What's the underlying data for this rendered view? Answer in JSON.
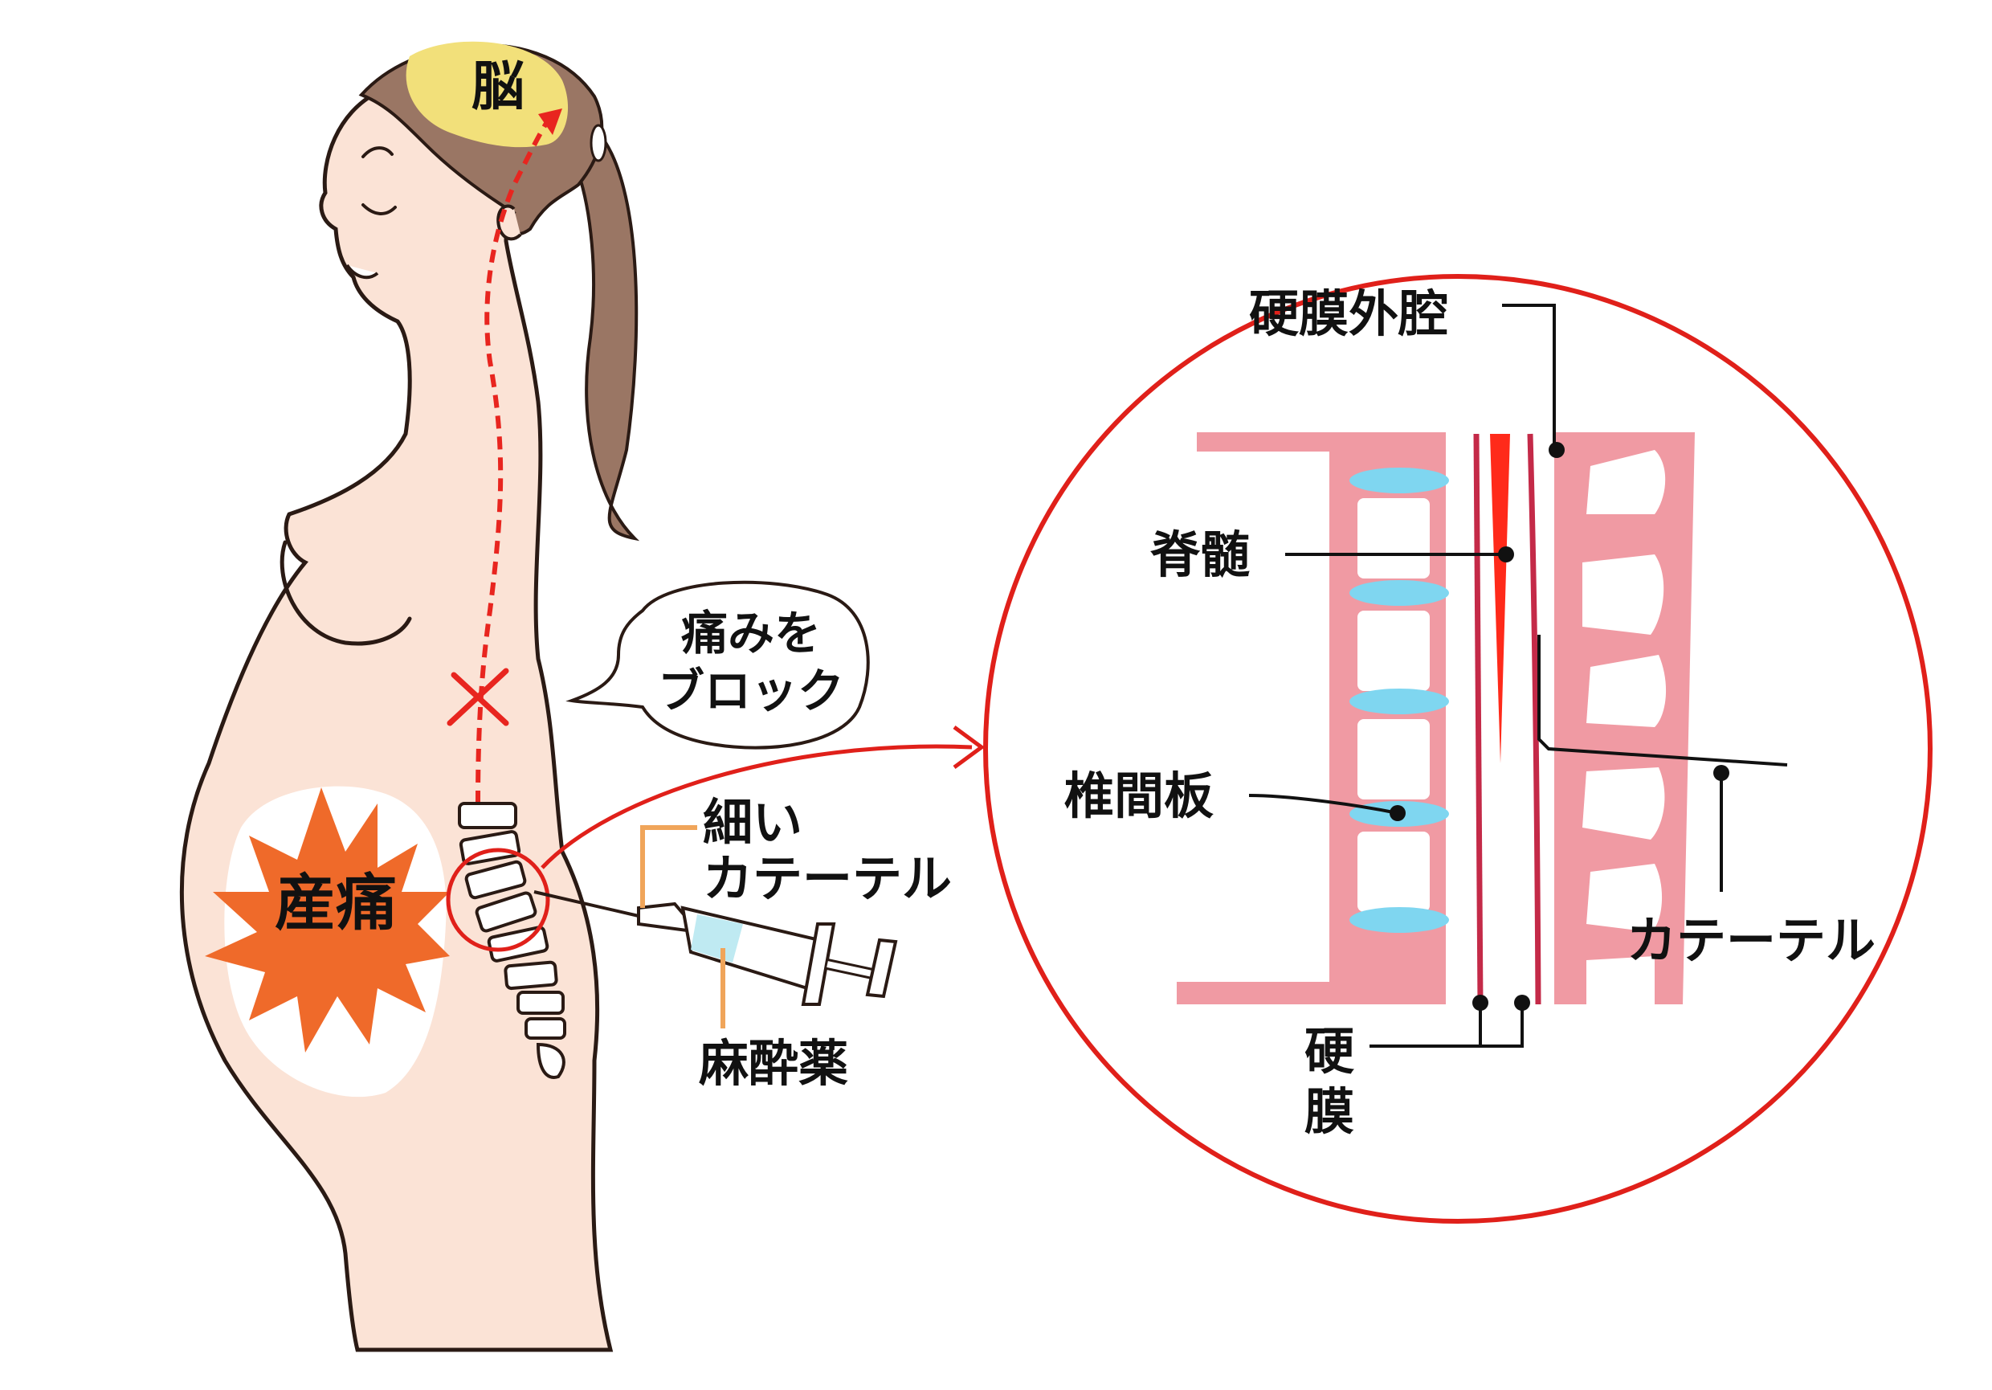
{
  "labels": {
    "brain": "脳",
    "labor_pain": "産痛",
    "speech": [
      "痛みを",
      "ブロック"
    ],
    "thin_catheter": [
      "細い",
      "カテーテル"
    ],
    "anesthetic": "麻酔薬",
    "epidural_space": "硬膜外腔",
    "spinal_cord": "脊髄",
    "intervertebral_disc": "椎間板",
    "catheter": "カテーテル",
    "dura_mater": [
      "硬",
      "膜"
    ]
  },
  "colors": {
    "skin": "#fbe3d6",
    "skin_outline": "#2a1a14",
    "hair": "#9a7664",
    "brain": "#f2e07a",
    "nerve_path": "#e8251f",
    "pain_burst": "#ef6a2a",
    "pain_halo": "#ffffff",
    "callout_ring": "#e0201a",
    "bone": "#f09aa3",
    "disc": "#7fd6f0",
    "dura": "#c42a48",
    "spinal_cord": "#ff2a1a",
    "leader_orange": "#f0a55a",
    "leader_black": "#111111",
    "anesthetic_fluid": "#bfeaf2"
  }
}
